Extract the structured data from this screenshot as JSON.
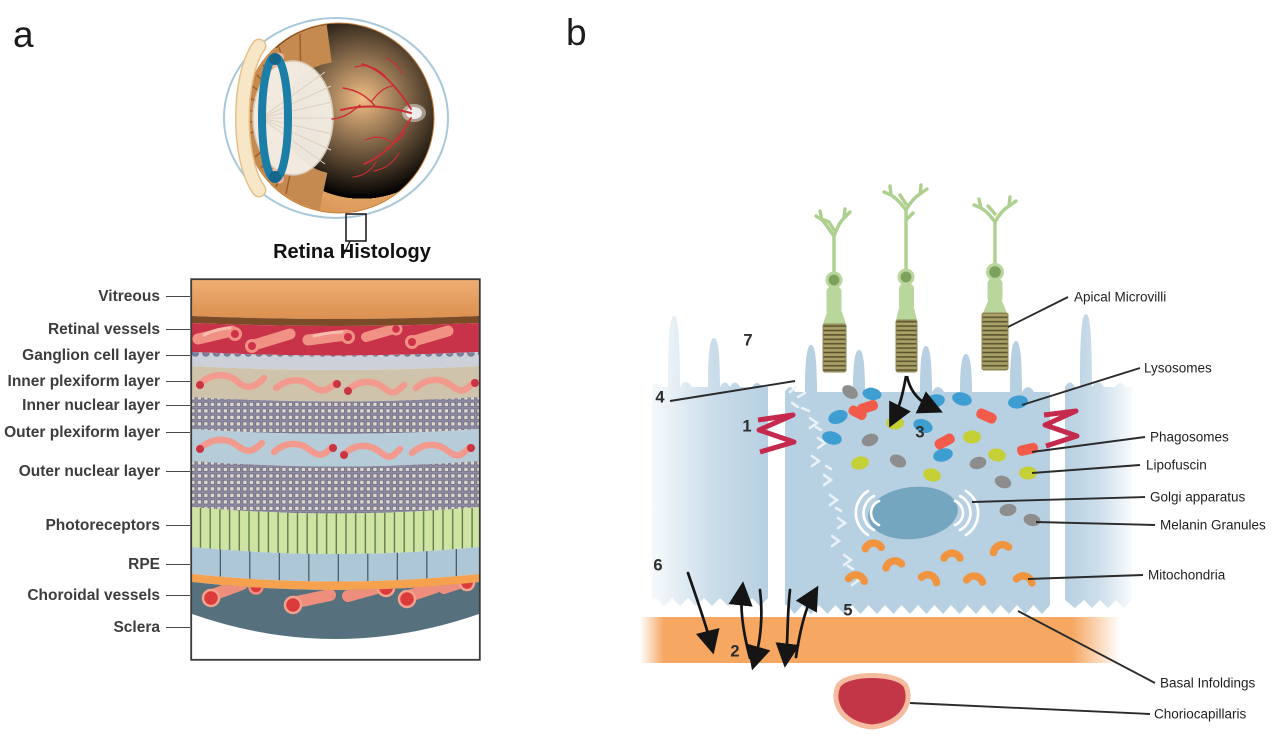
{
  "figure": {
    "panel_a_letter": "a",
    "panel_b_letter": "b"
  },
  "panel_a": {
    "eye_caption": "Retina Histology",
    "layer_labels": [
      "Vitreous",
      "Retinal vessels",
      "Ganglion cell layer",
      "Inner plexiform layer",
      "Inner nuclear layer",
      "Outer plexiform layer",
      "Outer nuclear layer",
      "Photoreceptors",
      "RPE",
      "Choroidal vessels",
      "Sclera"
    ]
  },
  "panel_b": {
    "organelle_labels": [
      "Apical Microvilli",
      "Lysosomes",
      "Phagosomes",
      "Lipofuscin",
      "Golgi apparatus",
      "Melanin Granules",
      "Mitochondria",
      "Basal Infoldings",
      "Choriocapillaris"
    ],
    "numbers": [
      "1",
      "2",
      "3",
      "4",
      "5",
      "6",
      "7"
    ]
  },
  "palette": {
    "vitreous_orange": "#e8a264",
    "retinal_vessel_band": "#c93349",
    "vessel_salmon": "#f19184",
    "plexiform_tan": "#cfc3ab",
    "nuclear_layer_purple": "#8f8ba3",
    "outer_plexiform_blue": "#b7ccd9",
    "photoreceptor_green": "#cfe3a3",
    "rpe_blue": "#aec7d7",
    "bruchs_orange": "#f6a762",
    "choroid_slate": "#57707e",
    "cell_body_blue": "#b7d0e2",
    "lysosome_blue": "#3e9ed2",
    "phagosome_red": "#f25a4a",
    "lipofuscin_yellow": "#c5d037",
    "melanin_gray": "#8d8d8d",
    "mitochondria_orange": "#f0943f",
    "nucleus_teal": "#74a7bf",
    "tight_junction_crimson": "#c52a4e",
    "photoreceptor_cell_green": "#b9d69c",
    "choriocapillaris_red": "#c23648"
  }
}
